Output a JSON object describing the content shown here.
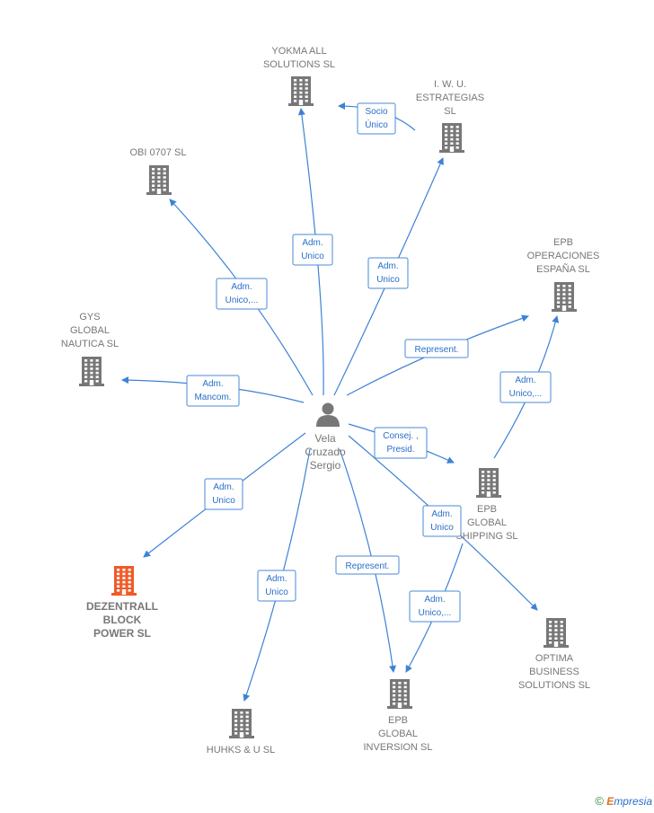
{
  "center": {
    "lines": [
      "Vela",
      "Cruzado",
      "Sergio"
    ],
    "icon": "person-icon"
  },
  "nodes": [
    {
      "id": "yokma",
      "lines": [
        "YOKMA ALL",
        "SOLUTIONS  SL"
      ],
      "icon": "building-icon"
    },
    {
      "id": "iwu",
      "lines": [
        "I.  W. U.",
        "ESTRATEGIAS",
        "SL"
      ],
      "icon": "building-icon"
    },
    {
      "id": "obi",
      "lines": [
        "OBI 0707  SL"
      ],
      "icon": "building-icon"
    },
    {
      "id": "epbop",
      "lines": [
        "EPB",
        "OPERACIONES",
        "ESPAÑA  SL"
      ],
      "icon": "building-icon"
    },
    {
      "id": "gys",
      "lines": [
        "GYS",
        "GLOBAL",
        "NAUTICA  SL"
      ],
      "icon": "building-icon"
    },
    {
      "id": "epbship",
      "lines": [
        "EPB",
        "GLOBAL",
        "SHIPPING  SL"
      ],
      "icon": "building-icon"
    },
    {
      "id": "dezentrall",
      "lines": [
        "DEZENTRALL",
        "BLOCK",
        "POWER  SL"
      ],
      "icon": "building-icon",
      "highlight": true
    },
    {
      "id": "optima",
      "lines": [
        "OPTIMA",
        "BUSINESS",
        "SOLUTIONS SL"
      ],
      "icon": "building-icon"
    },
    {
      "id": "huhks",
      "lines": [
        "HUHKS & U  SL"
      ],
      "icon": "building-icon"
    },
    {
      "id": "epbinv",
      "lines": [
        "EPB",
        "GLOBAL",
        "INVERSION  SL"
      ],
      "icon": "building-icon"
    }
  ],
  "edges": [
    {
      "from": "iwu",
      "to": "yokma",
      "label": [
        "Socio",
        "Único"
      ]
    },
    {
      "from": "center",
      "to": "yokma",
      "label": [
        "Adm.",
        "Unico"
      ]
    },
    {
      "from": "center",
      "to": "iwu",
      "label": [
        "Adm.",
        "Unico"
      ]
    },
    {
      "from": "center",
      "to": "obi",
      "label": [
        "Adm.",
        "Unico,..."
      ]
    },
    {
      "from": "center",
      "to": "epbop",
      "label": [
        "Represent."
      ]
    },
    {
      "from": "epbship",
      "to": "epbop",
      "label": [
        "Adm.",
        "Unico,..."
      ]
    },
    {
      "from": "center",
      "to": "gys",
      "label": [
        "Adm.",
        "Mancom."
      ]
    },
    {
      "from": "center",
      "to": "epbship",
      "label": [
        "Consej. ,",
        "Presid."
      ]
    },
    {
      "from": "center",
      "to": "dezentrall",
      "label": [
        "Adm.",
        "Unico"
      ]
    },
    {
      "from": "center",
      "to": "optima",
      "label": [
        "Adm.",
        "Unico"
      ]
    },
    {
      "from": "center",
      "to": "huhks",
      "label": [
        "Adm.",
        "Unico"
      ]
    },
    {
      "from": "center",
      "to": "epbinv",
      "label": [
        "Represent."
      ]
    },
    {
      "from": "epbship",
      "to": "epbinv",
      "label": [
        "Adm.",
        "Unico,..."
      ]
    }
  ],
  "colors": {
    "edge": "#3d82d6",
    "building": "#777777",
    "highlight": "#f05a28",
    "label_text": "#2a6fc9"
  },
  "footer": {
    "symbol": "©",
    "brand_first": "E",
    "brand_rest": "mpresia"
  }
}
